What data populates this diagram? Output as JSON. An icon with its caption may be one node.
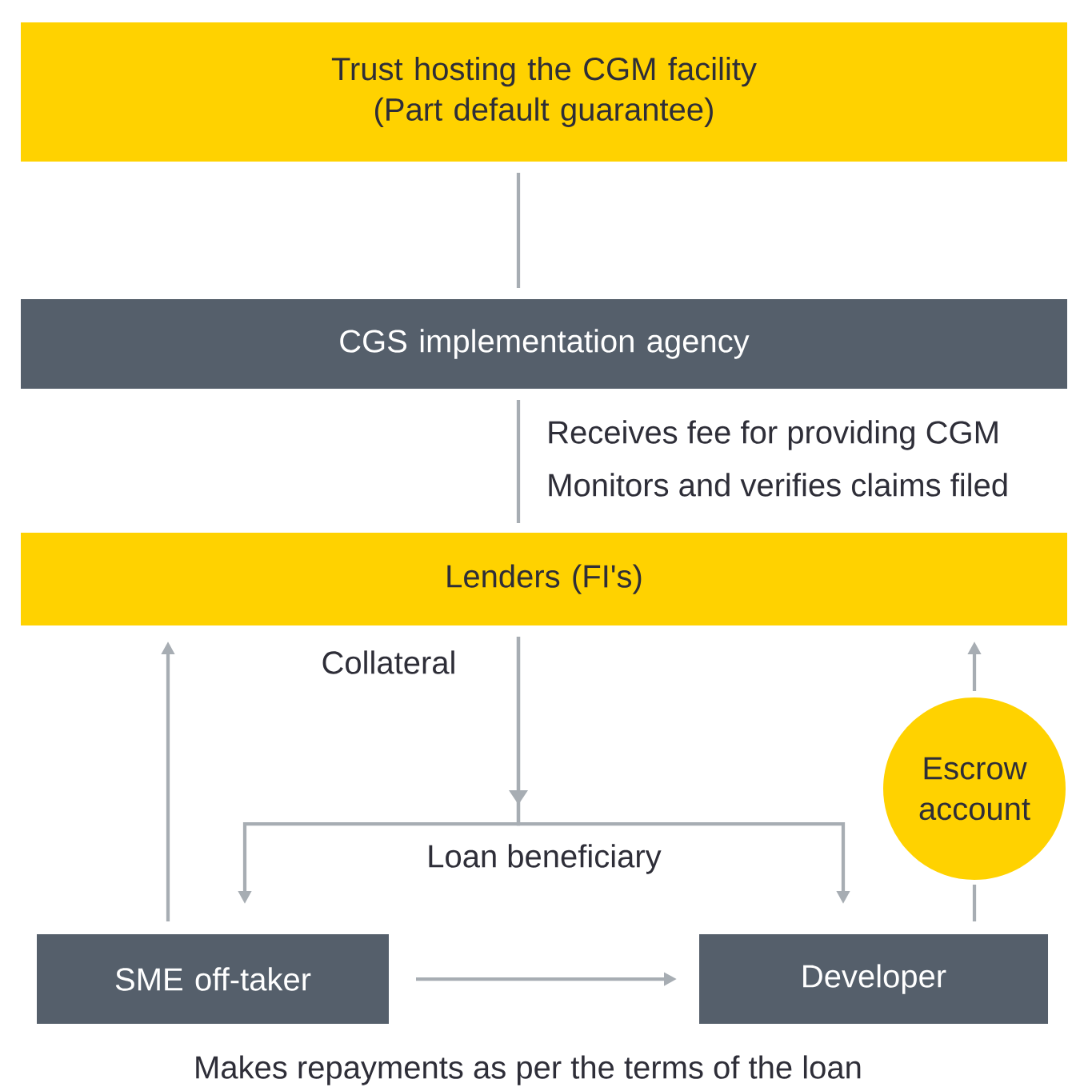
{
  "diagram": {
    "nodes": [
      {
        "text": [
          "Trust hosting the CGM facility (Part default guarantee)"
        ]
      },
      {
        "text": [
          "CGS implementation agency"
        ]
      },
      {
        "text": [
          "Lenders (FI's)"
        ]
      },
      {
        "text": [
          "Escrow account"
        ]
      },
      {
        "text": [
          "SME off-taker"
        ]
      },
      {
        "text": [
          "Developer"
        ]
      }
    ],
    "edges": [
      {
        "from": 0,
        "to": 1,
        "arrow": "none"
      },
      {
        "from": 1,
        "to": 2,
        "arrow": "none"
      },
      {
        "from": 4,
        "to": 2,
        "arrow": "to"
      },
      {
        "from": 2,
        "to": 4,
        "arrow": "to"
      },
      {
        "from": 2,
        "to": 5,
        "arrow": "to"
      },
      {
        "from": 4,
        "to": 5,
        "arrow": "to"
      },
      {
        "from": 5,
        "to": 3,
        "arrow": "none"
      },
      {
        "from": 3,
        "to": 2,
        "arrow": "to"
      }
    ],
    "labels": [
      "Receives fee for providing CGM",
      "Monitors and verifies claims filed",
      "Collateral",
      "Loan beneficiary",
      "Makes repayments as per the terms of the loan"
    ]
  }
}
